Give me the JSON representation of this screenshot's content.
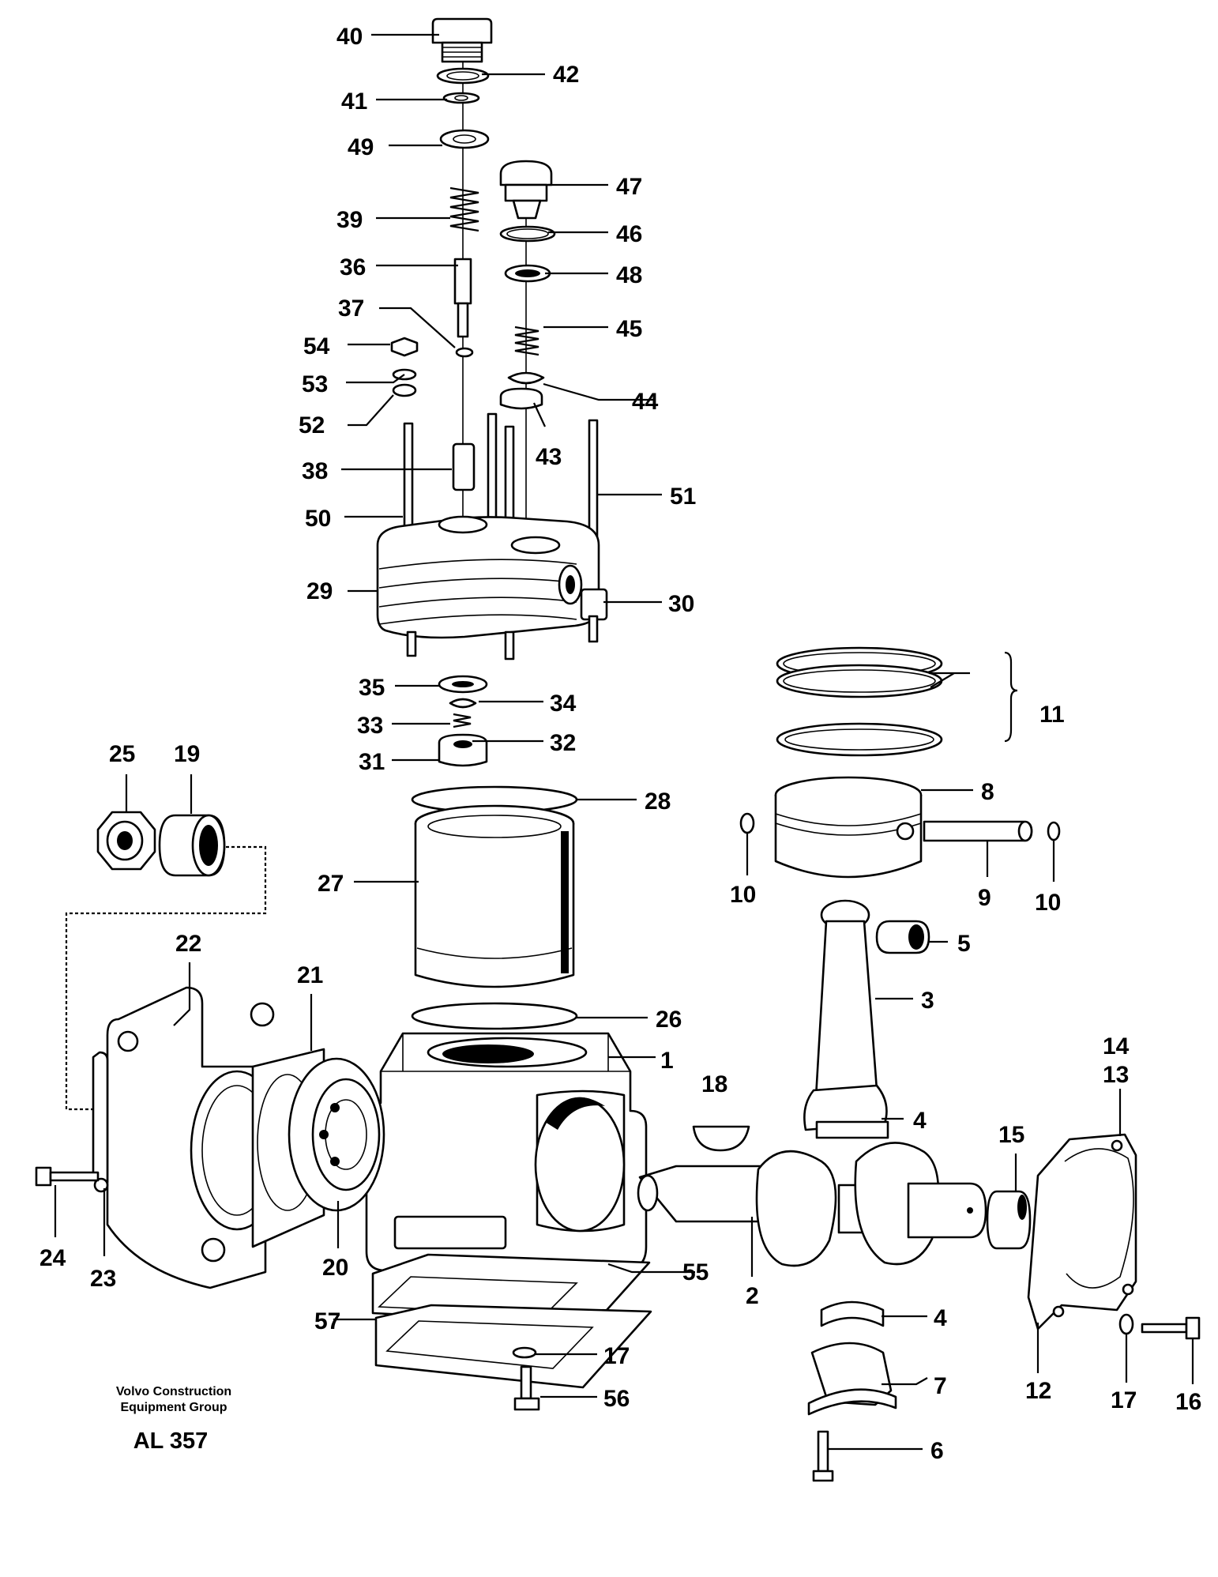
{
  "footer": {
    "credit_line1": "Volvo Construction",
    "credit_line2": "Equipment Group",
    "document_id": "AL 357"
  },
  "callouts": [
    "40",
    "42",
    "41",
    "49",
    "47",
    "39",
    "46",
    "36",
    "48",
    "37",
    "45",
    "54",
    "53",
    "44",
    "52",
    "43",
    "38",
    "51",
    "50",
    "29",
    "30",
    "11",
    "35",
    "34",
    "33",
    "32",
    "25",
    "19",
    "31",
    "28",
    "8",
    "10",
    "27",
    "9",
    "10",
    "5",
    "22",
    "3",
    "21",
    "26",
    "1",
    "14",
    "13",
    "18",
    "4",
    "15",
    "24",
    "23",
    "20",
    "55",
    "2",
    "57",
    "4",
    "7",
    "17",
    "56",
    "12",
    "17",
    "16",
    "6"
  ]
}
